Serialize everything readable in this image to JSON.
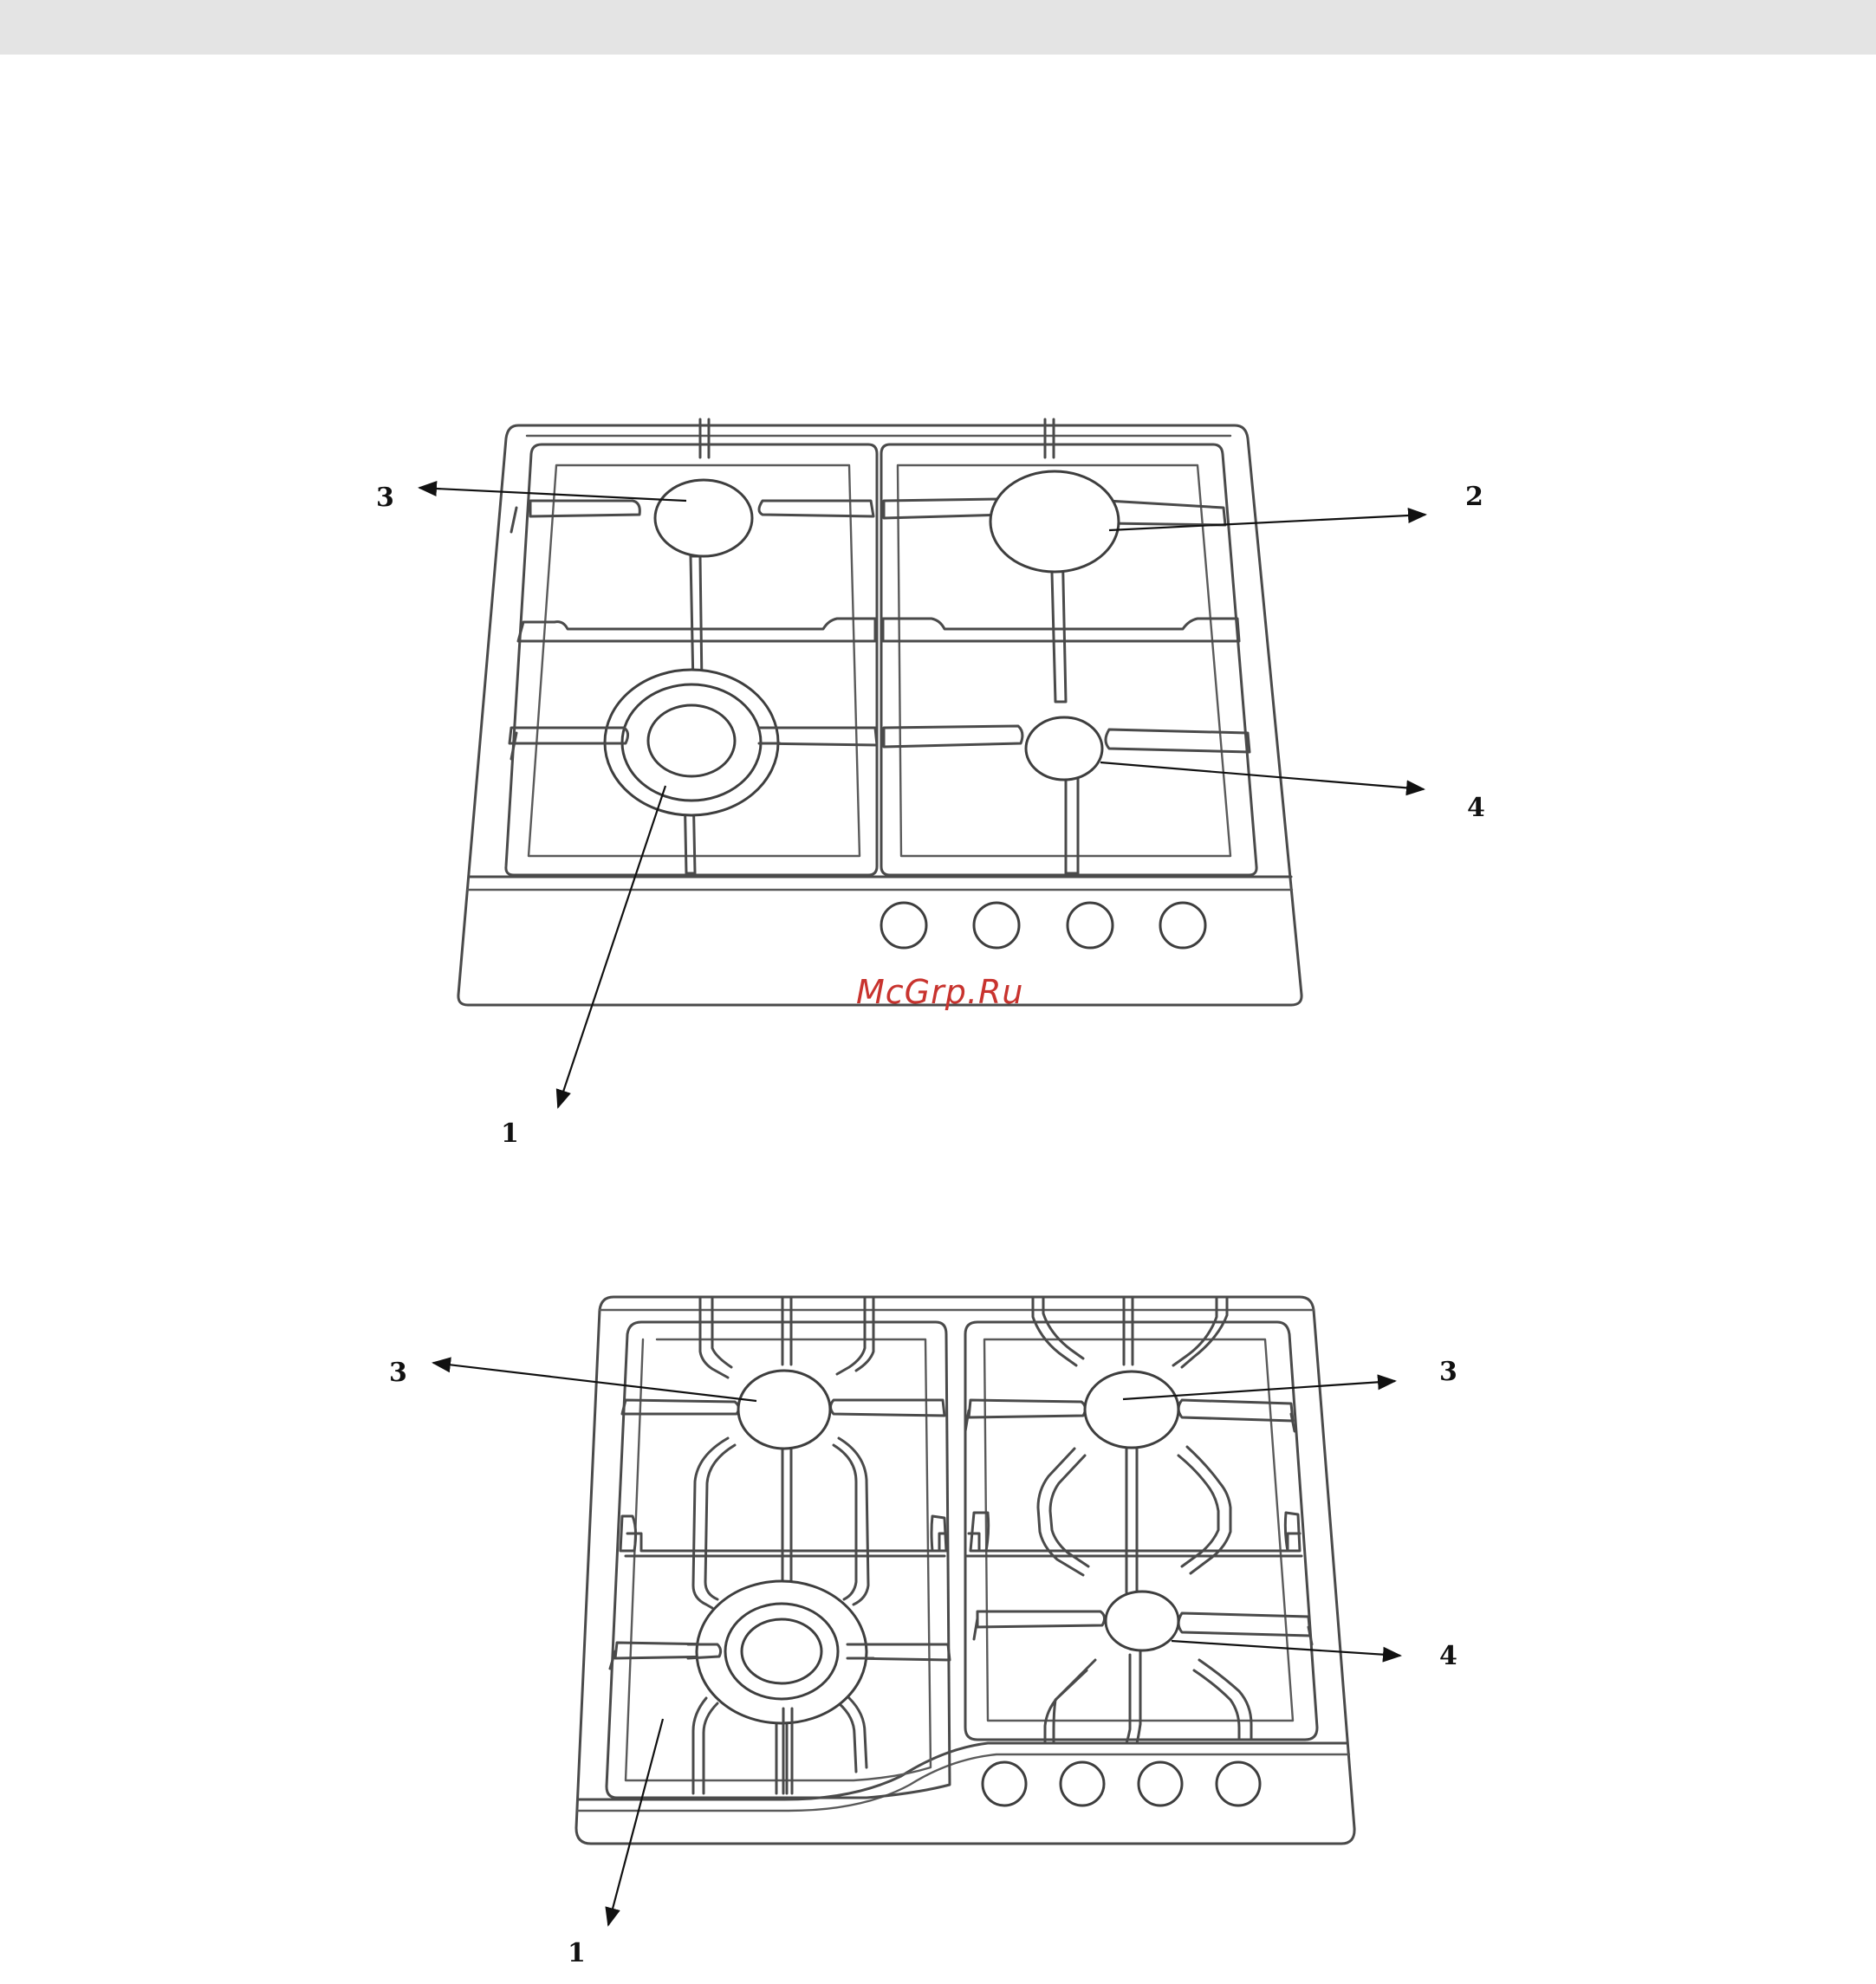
{
  "watermark": "McGrp.Ru",
  "diagram_top": {
    "labels": {
      "rapid_burner_left": "3",
      "big_burner": "2",
      "small_burner": "4",
      "wok_burner": "1"
    }
  },
  "diagram_bottom": {
    "labels": {
      "rapid_burner_left": "3",
      "rapid_burner_right": "3",
      "small_burner": "4",
      "wok_burner": "1"
    }
  },
  "colors": {
    "outline": "#4a4a4a",
    "watermark": "#c8332e",
    "top_bar": "#e4e4e4"
  }
}
